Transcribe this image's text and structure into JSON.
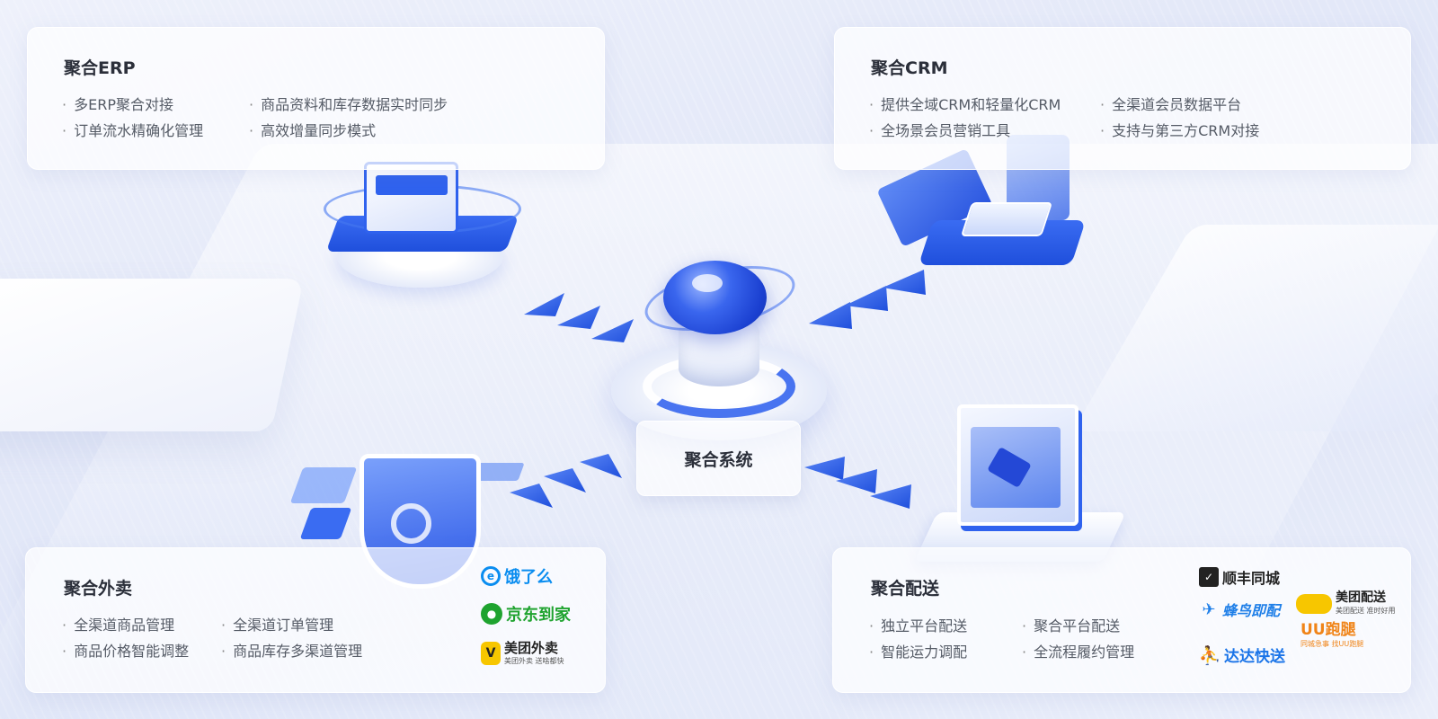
{
  "center": {
    "label": "聚合系统"
  },
  "erp": {
    "title": "聚合ERP",
    "items": [
      "多ERP聚合对接",
      "商品资料和库存数据实时同步",
      "订单流水精确化管理",
      "高效增量同步模式"
    ]
  },
  "crm": {
    "title": "聚合CRM",
    "items": [
      "提供全域CRM和轻量化CRM",
      "全渠道会员数据平台",
      "全场景会员营销工具",
      "支持与第三方CRM对接"
    ]
  },
  "takeout": {
    "title": "聚合外卖",
    "items": [
      "全渠道商品管理",
      "全渠道订单管理",
      "商品价格智能调整",
      "商品库存多渠道管理"
    ],
    "logos": {
      "eleme": "饿了么",
      "jd": "京东到家",
      "meituan": "美团外卖",
      "meituan_sub": "美团外卖 送啥都快"
    }
  },
  "delivery": {
    "title": "聚合配送",
    "items": [
      "独立平台配送",
      "聚合平台配送",
      "智能运力调配",
      "全流程履约管理"
    ],
    "logos": {
      "sf": "顺丰同城",
      "meituan_ps": "美团配送",
      "meituan_ps_sub": "美团配送 准时好用",
      "fengniao": "蜂鸟即配",
      "uu": "UU跑腿",
      "uu_sub": "同城急事 找UU跑腿",
      "dada": "达达快送"
    }
  },
  "colors": {
    "accent": "#2f62ee",
    "eleme": "#0a8df0",
    "jd": "#1fa32f",
    "meituan": "#f7c600",
    "sf": "#222222",
    "fengniao": "#1f7fe8",
    "uu": "#f08418",
    "dada": "#1a74e8"
  }
}
